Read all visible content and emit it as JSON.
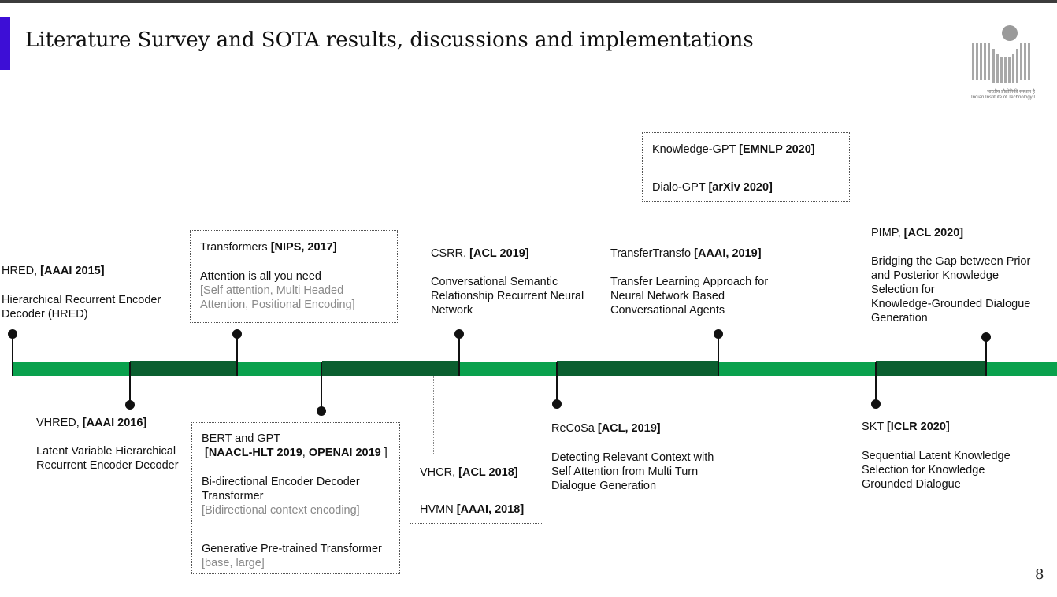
{
  "slide": {
    "title": "Literature Survey and SOTA results, discussions and implementations",
    "page_number": "8",
    "logo_caption_hindi": "भारतीय प्रौद्योगिकी संस्थान है",
    "logo_caption_english": "Indian Institute of Technology I"
  },
  "colors": {
    "track": "#0aa14d",
    "segment": "#0b5f30",
    "accent": "#3d0ed6"
  },
  "timeline": {
    "hred": {
      "name": "HRED, ",
      "venue": "[AAAI 2015]",
      "desc1": "Hierarchical Recurrent Encoder",
      "desc2": "Decoder (HRED)"
    },
    "vhred": {
      "name": "VHRED, ",
      "venue": "[AAAI 2016]",
      "desc1": "Latent Variable Hierarchical",
      "desc2": "Recurrent Encoder Decoder"
    },
    "transformers": {
      "name": "Transformers ",
      "venue": "[NIPS, 2017]",
      "desc": "Attention is all you need",
      "note1": "[Self attention, Multi Headed",
      "note2": "Attention, Positional Encoding]"
    },
    "bert": {
      "name": "BERT and GPT",
      "venue_a": "[NAACL-HLT 2019",
      "sep": ", ",
      "venue_b": "OPENAI 2019",
      "close": " ]",
      "desc1a": "Bi-directional Encoder Decoder",
      "desc1b": "Transformer",
      "note1": "[Bidirectional context encoding]",
      "desc2": "Generative Pre-trained Transformer",
      "note2": "[base, large]"
    },
    "vhcr": {
      "name": "VHCR, ",
      "venue": "[ACL 2018]"
    },
    "hvmn": {
      "name": "HVMN ",
      "venue": "[AAAI, 2018]"
    },
    "csrr": {
      "name": "CSRR, ",
      "venue": "[ACL 2019]",
      "desc1": "Conversational Semantic",
      "desc2": "Relationship Recurrent Neural",
      "desc3": "Network"
    },
    "recosa": {
      "name": "ReCoSa ",
      "venue": "[ACL, 2019]",
      "desc1": "Detecting Relevant Context with",
      "desc2": "Self Attention from Multi Turn",
      "desc3": "Dialogue Generation"
    },
    "transfertransfo": {
      "name": "TransferTransfo ",
      "venue": "[AAAI, 2019]",
      "desc1": "Transfer Learning Approach for",
      "desc2": "Neural Network Based",
      "desc3": "Conversational Agents"
    },
    "knowledge_gpt": {
      "name": "Knowledge-GPT ",
      "venue": "[EMNLP 2020]"
    },
    "dialo_gpt": {
      "name": "Dialo-GPT ",
      "venue": "[arXiv 2020]"
    },
    "skt": {
      "name": "SKT ",
      "venue": "[ICLR 2020]",
      "desc1": "Sequential Latent Knowledge",
      "desc2": "Selection for Knowledge",
      "desc3": "Grounded Dialogue"
    },
    "pimp": {
      "name": "PIMP, ",
      "venue": "[ACL 2020]",
      "desc1": "Bridging the Gap between Prior",
      "desc2": "and Posterior Knowledge",
      "desc3": "Selection for",
      "desc4": "Knowledge-Grounded Dialogue",
      "desc5": "Generation"
    }
  }
}
